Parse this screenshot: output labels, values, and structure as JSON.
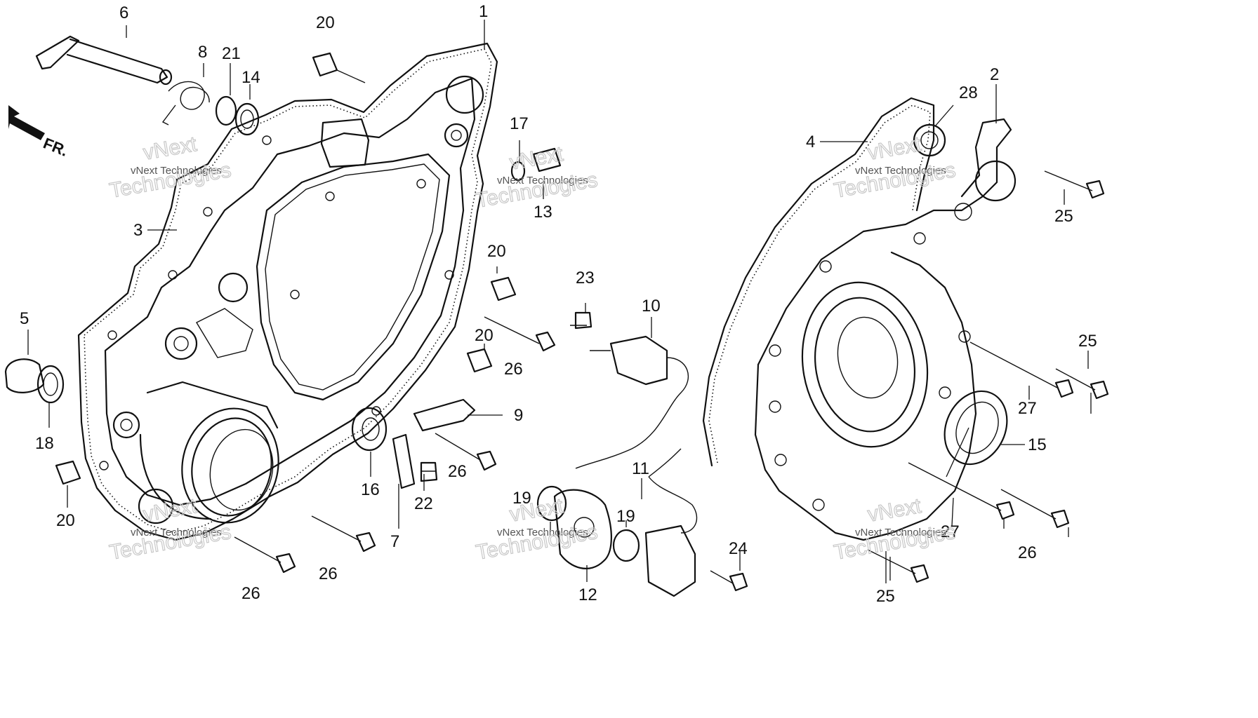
{
  "front_arrow": {
    "label": "FR."
  },
  "watermarks": [
    {
      "line1": "vNext Technologies",
      "line2": "Technologies",
      "line3": "vNext"
    },
    {
      "line1": "vNext Technologies",
      "line2": "Technologies",
      "line3": "vNext"
    },
    {
      "line1": "vNext Technologies",
      "line2": "Technologies",
      "line3": "vNext"
    },
    {
      "line1": "vNext Technologies",
      "line2": "Technologies",
      "line3": "vNext"
    },
    {
      "line1": "vNext Technologies",
      "line2": "Technologies",
      "line3": "vNext"
    },
    {
      "line1": "vNext Technologies",
      "line2": "Technologies",
      "line3": "vNext"
    }
  ],
  "callouts": [
    {
      "id": "c1",
      "number": "1"
    },
    {
      "id": "c2",
      "number": "2"
    },
    {
      "id": "c3",
      "number": "3"
    },
    {
      "id": "c4",
      "number": "4"
    },
    {
      "id": "c5",
      "number": "5"
    },
    {
      "id": "c6",
      "number": "6"
    },
    {
      "id": "c7",
      "number": "7"
    },
    {
      "id": "c8",
      "number": "8"
    },
    {
      "id": "c9",
      "number": "9"
    },
    {
      "id": "c10",
      "number": "10"
    },
    {
      "id": "c11",
      "number": "11"
    },
    {
      "id": "c12",
      "number": "12"
    },
    {
      "id": "c13",
      "number": "13"
    },
    {
      "id": "c14",
      "number": "14"
    },
    {
      "id": "c15",
      "number": "15"
    },
    {
      "id": "c16",
      "number": "16"
    },
    {
      "id": "c17",
      "number": "17"
    },
    {
      "id": "c18",
      "number": "18"
    },
    {
      "id": "c19a",
      "number": "19"
    },
    {
      "id": "c19b",
      "number": "19"
    },
    {
      "id": "c20a",
      "number": "20"
    },
    {
      "id": "c20b",
      "number": "20"
    },
    {
      "id": "c20c",
      "number": "20"
    },
    {
      "id": "c20d",
      "number": "20"
    },
    {
      "id": "c21",
      "number": "21"
    },
    {
      "id": "c22",
      "number": "22"
    },
    {
      "id": "c23",
      "number": "23"
    },
    {
      "id": "c24",
      "number": "24"
    },
    {
      "id": "c25a",
      "number": "25"
    },
    {
      "id": "c25b",
      "number": "25"
    },
    {
      "id": "c25c",
      "number": "25"
    },
    {
      "id": "c26a",
      "number": "26"
    },
    {
      "id": "c26b",
      "number": "26"
    },
    {
      "id": "c26c",
      "number": "26"
    },
    {
      "id": "c26d",
      "number": "26"
    },
    {
      "id": "c26e",
      "number": "26"
    },
    {
      "id": "c27a",
      "number": "27"
    },
    {
      "id": "c27b",
      "number": "27"
    },
    {
      "id": "c28",
      "number": "28"
    }
  ]
}
